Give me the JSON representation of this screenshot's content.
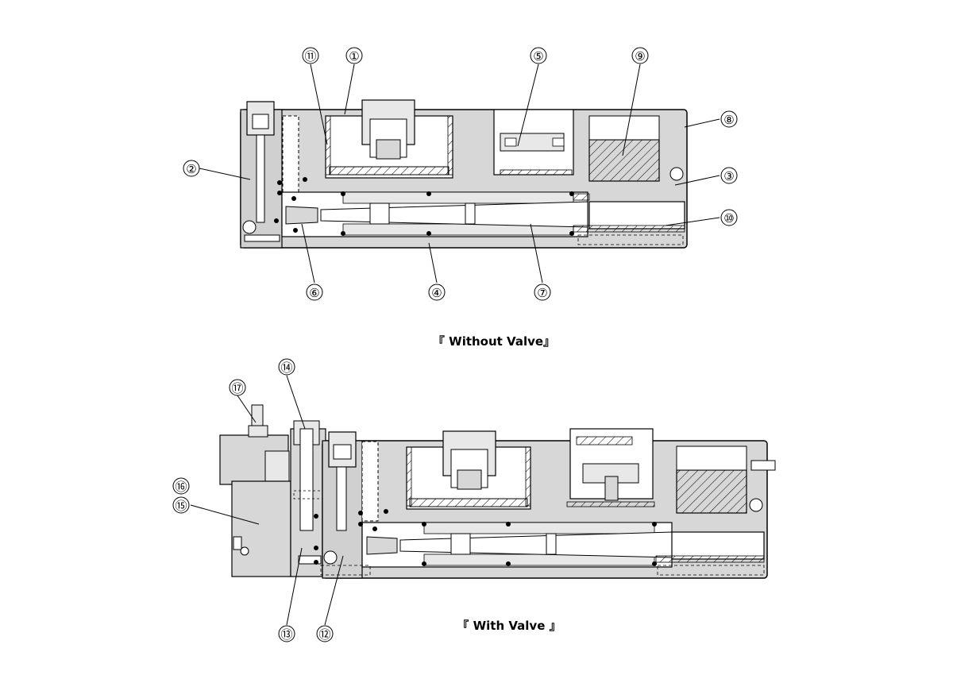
{
  "figures": [
    {
      "caption": "『 Without Valve』",
      "callouts": [
        "①",
        "②",
        "③",
        "④",
        "⑤",
        "⑥",
        "⑦",
        "⑧",
        "⑨",
        "⑩",
        "⑪"
      ]
    },
    {
      "caption": "『 With Valve 』",
      "callouts": [
        "⑫",
        "⑬",
        "⑭",
        "⑮",
        "⑯",
        "⑰"
      ]
    }
  ]
}
